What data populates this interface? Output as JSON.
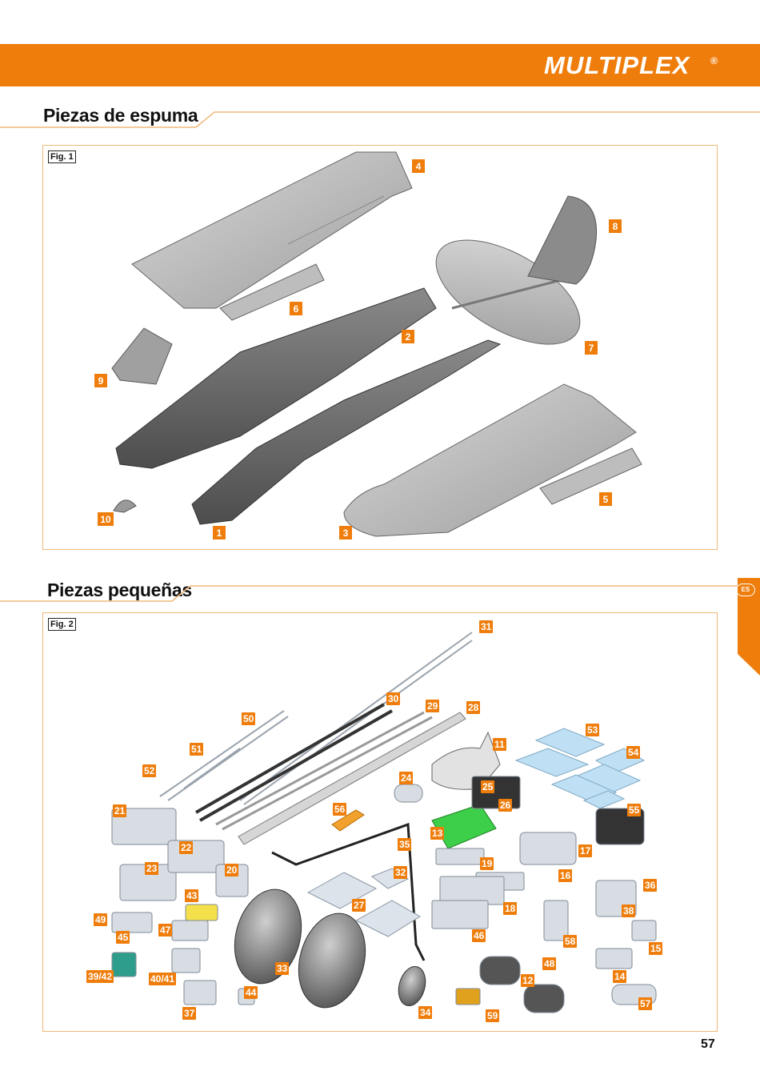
{
  "header": {
    "brand": "MULTIPLEX",
    "reg_mark": "®",
    "color": "#ef7d0b"
  },
  "sections": {
    "foam": {
      "title": "Piezas de espuma",
      "fig": "Fig. 1"
    },
    "small": {
      "title": "Piezas pequeñas",
      "fig": "Fig. 2"
    }
  },
  "language_tab": "ES",
  "page_number": "57",
  "fig1_callouts": [
    "1",
    "2",
    "3",
    "4",
    "5",
    "6",
    "7",
    "8",
    "9",
    "10"
  ],
  "fig2_callouts": [
    "11",
    "12",
    "13",
    "14",
    "15",
    "16",
    "17",
    "18",
    "19",
    "20",
    "21",
    "22",
    "23",
    "24",
    "25",
    "26",
    "27",
    "28",
    "29",
    "30",
    "31",
    "32",
    "33",
    "34",
    "35",
    "36",
    "37",
    "38",
    "39/42",
    "40/41",
    "43",
    "44",
    "45",
    "46",
    "47",
    "48",
    "49",
    "50",
    "51",
    "52",
    "53",
    "54",
    "55",
    "56",
    "57",
    "58",
    "59"
  ]
}
